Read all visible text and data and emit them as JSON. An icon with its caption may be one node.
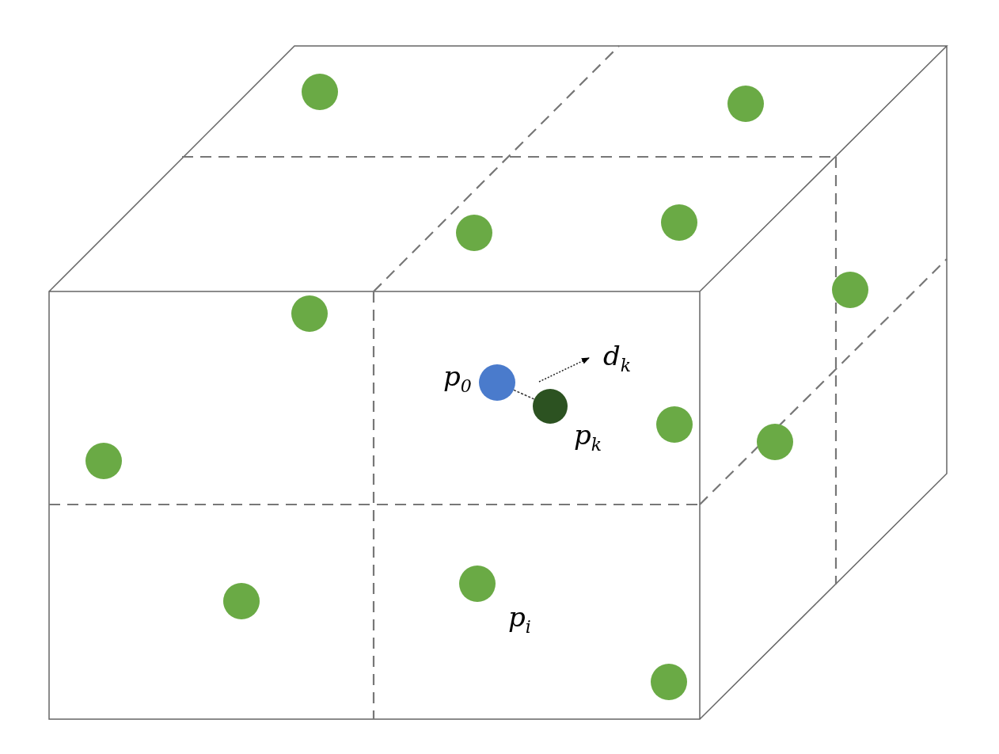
{
  "diagram": {
    "nodes": [
      {
        "text": [],
        "shape": "circle"
      },
      {
        "text": [],
        "shape": "circle"
      },
      {
        "text": [],
        "shape": "circle"
      },
      {
        "text": [],
        "shape": "circle"
      },
      {
        "text": [],
        "shape": "circle"
      },
      {
        "text": [],
        "shape": "circle"
      },
      {
        "text": [],
        "shape": "circle",
        "beside": [
          "p$_{0}$"
        ]
      },
      {
        "text": [],
        "shape": "circle",
        "beside": [
          "p$_{k}$"
        ]
      },
      {
        "text": [],
        "shape": "circle"
      },
      {
        "text": [],
        "shape": "circle"
      },
      {
        "text": [],
        "shape": "circle"
      },
      {
        "text": [],
        "shape": "circle"
      },
      {
        "text": [],
        "shape": "circle",
        "beside": [
          "p$_{i}$"
        ]
      },
      {
        "text": [],
        "shape": "circle"
      }
    ],
    "edges": [
      {
        "from": 6,
        "to": 7,
        "arrow": "none",
        "style": "dashed"
      }
    ],
    "labels": [
      "d$_{k}$"
    ]
  }
}
